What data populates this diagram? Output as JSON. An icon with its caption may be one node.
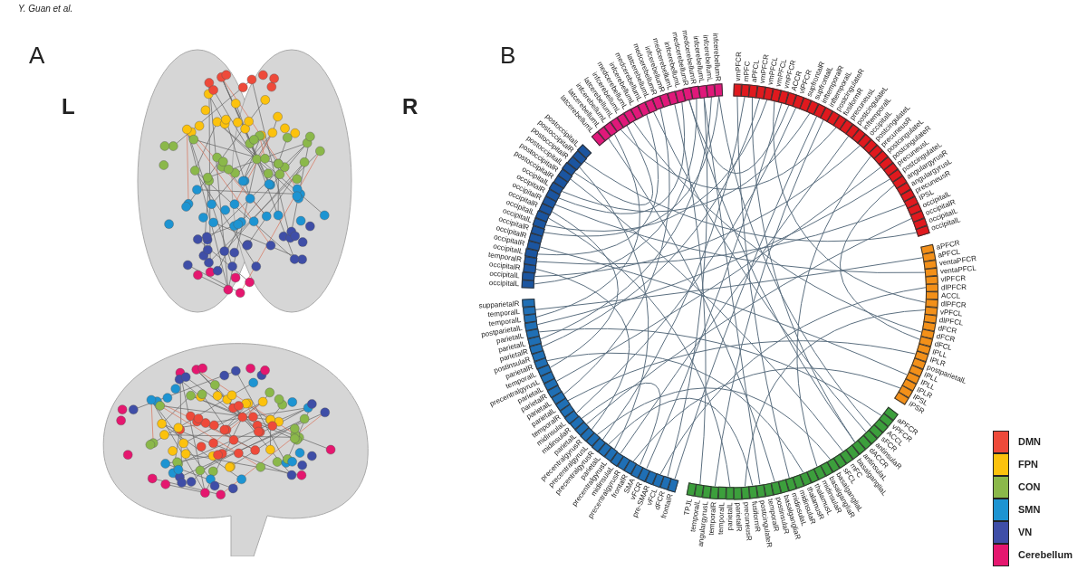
{
  "diagram": {
    "nodes": [
      {
        "text": [
          "vmPFCR"
        ]
      },
      {
        "text": [
          "mPFC"
        ]
      },
      {
        "text": [
          "aPFCL"
        ]
      },
      {
        "text": [
          "vmPFCR"
        ]
      },
      {
        "text": [
          "vmPFCL"
        ]
      },
      {
        "text": [
          "vmPFCL"
        ]
      },
      {
        "text": [
          "vmPFCR"
        ]
      },
      {
        "text": [
          "ACCR"
        ]
      },
      {
        "text": [
          "vlPFCR"
        ]
      },
      {
        "text": [
          "supfrontalR"
        ]
      },
      {
        "text": [
          "supfrontalL"
        ]
      },
      {
        "text": [
          "inftemporalR"
        ]
      },
      {
        "text": [
          "inftemporalL"
        ]
      },
      {
        "text": [
          "postcingulateR"
        ]
      },
      {
        "text": [
          "fusiformR"
        ]
      },
      {
        "text": [
          "precuneusL"
        ]
      },
      {
        "text": [
          "postcingulateL"
        ]
      },
      {
        "text": [
          "inftemporalL"
        ]
      },
      {
        "text": [
          "occipitalL"
        ]
      },
      {
        "text": [
          "postcingulateL"
        ]
      },
      {
        "text": [
          "precuneusR"
        ]
      },
      {
        "text": [
          "postcingulateL"
        ]
      },
      {
        "text": [
          "postcingulateR"
        ]
      },
      {
        "text": [
          "precuneusL"
        ]
      },
      {
        "text": [
          "postcingulateL"
        ]
      },
      {
        "text": [
          "angulargyrusR"
        ]
      },
      {
        "text": [
          "angulargyrusL"
        ]
      },
      {
        "text": [
          "precuneusR"
        ]
      },
      {
        "text": [
          "IPSL"
        ]
      },
      {
        "text": [
          "occipitalL"
        ]
      },
      {
        "text": [
          "occipitalR"
        ]
      },
      {
        "text": [
          "occipitalL"
        ]
      },
      {
        "text": [
          "occipitalL"
        ]
      },
      {
        "text": [
          "aPFCR"
        ]
      },
      {
        "text": [
          "aPFCL"
        ]
      },
      {
        "text": [
          "ventaPFCR"
        ]
      },
      {
        "text": [
          "ventaPFCL"
        ]
      },
      {
        "text": [
          "vlPFCR"
        ]
      },
      {
        "text": [
          "dlPFCR"
        ]
      },
      {
        "text": [
          "ACCL"
        ]
      },
      {
        "text": [
          "dlPFCR"
        ]
      },
      {
        "text": [
          "vPFCL"
        ]
      },
      {
        "text": [
          "dlPFCL"
        ]
      },
      {
        "text": [
          "dFCR"
        ]
      },
      {
        "text": [
          "dFCR"
        ]
      },
      {
        "text": [
          "dFCL"
        ]
      },
      {
        "text": [
          "IPLL"
        ]
      },
      {
        "text": [
          "IPLR"
        ]
      },
      {
        "text": [
          "postparietalL"
        ]
      },
      {
        "text": [
          "IPLL"
        ]
      },
      {
        "text": [
          "IPLL"
        ]
      },
      {
        "text": [
          "IPLR"
        ]
      },
      {
        "text": [
          "IPSL"
        ]
      },
      {
        "text": [
          "IPSR"
        ]
      },
      {
        "text": [
          "aPFCR"
        ]
      },
      {
        "text": [
          "vPFCR"
        ]
      },
      {
        "text": [
          "ACCL"
        ]
      },
      {
        "text": [
          "sFCR"
        ]
      },
      {
        "text": [
          "antinsulaR"
        ]
      },
      {
        "text": [
          "dACCR"
        ]
      },
      {
        "text": [
          "antinsulaL"
        ]
      },
      {
        "text": [
          "basalgangliaL"
        ]
      },
      {
        "text": [
          "mFC"
        ]
      },
      {
        "text": [
          "sFCL"
        ]
      },
      {
        "text": [
          "basalgangliaL"
        ]
      },
      {
        "text": [
          "basalgangliaR"
        ]
      },
      {
        "text": [
          "midinsulaR"
        ]
      },
      {
        "text": [
          "thalamusL"
        ]
      },
      {
        "text": [
          "thalamusR"
        ]
      },
      {
        "text": [
          "midinsulaR"
        ]
      },
      {
        "text": [
          "midinsulaL"
        ]
      },
      {
        "text": [
          "basalgangliaR"
        ]
      },
      {
        "text": [
          "postinsulaR"
        ]
      },
      {
        "text": [
          "temporalR"
        ]
      },
      {
        "text": [
          "postcingulateR"
        ]
      },
      {
        "text": [
          "fusiformR"
        ]
      },
      {
        "text": [
          "precuneusR"
        ]
      },
      {
        "text": [
          "parietalR"
        ]
      },
      {
        "text": [
          "parietalL"
        ]
      },
      {
        "text": [
          "temporalL"
        ]
      },
      {
        "text": [
          "temporalR"
        ]
      },
      {
        "text": [
          "angulargyrusL"
        ]
      },
      {
        "text": [
          "temporalL"
        ]
      },
      {
        "text": [
          "TPJL"
        ]
      },
      {
        "text": [
          "frontalR"
        ]
      },
      {
        "text": [
          "dFCR"
        ]
      },
      {
        "text": [
          "vFCL"
        ]
      },
      {
        "text": [
          "pre-SMAR"
        ]
      },
      {
        "text": [
          "vFCR"
        ]
      },
      {
        "text": [
          "SMA"
        ]
      },
      {
        "text": [
          "frontalR"
        ]
      },
      {
        "text": [
          "precentralgyrusR"
        ]
      },
      {
        "text": [
          "midinsulaL"
        ]
      },
      {
        "text": [
          "precentralgyrusL"
        ]
      },
      {
        "text": [
          "parietalL"
        ]
      },
      {
        "text": [
          "precentralgyrusR"
        ]
      },
      {
        "text": [
          "precentralgyrusL"
        ]
      },
      {
        "text": [
          "precentralgyrusR"
        ]
      },
      {
        "text": [
          "parietalL"
        ]
      },
      {
        "text": [
          "midinsulaR"
        ]
      },
      {
        "text": [
          "midinsulaL"
        ]
      },
      {
        "text": [
          "temporalR"
        ]
      },
      {
        "text": [
          "parietalL"
        ]
      },
      {
        "text": [
          "parietalL"
        ]
      },
      {
        "text": [
          "parietalR"
        ]
      },
      {
        "text": [
          "parietalL"
        ]
      },
      {
        "text": [
          "precentralgyrusL"
        ]
      },
      {
        "text": [
          "temporalL"
        ]
      },
      {
        "text": [
          "parietalR"
        ]
      },
      {
        "text": [
          "postinsulaR"
        ]
      },
      {
        "text": [
          "parietalR"
        ]
      },
      {
        "text": [
          "parietalL"
        ]
      },
      {
        "text": [
          "parietalL"
        ]
      },
      {
        "text": [
          "postparietalL"
        ]
      },
      {
        "text": [
          "temporalL"
        ]
      },
      {
        "text": [
          "temporalL"
        ]
      },
      {
        "text": [
          "supparietalR"
        ]
      },
      {
        "text": [
          "occipitalL"
        ]
      },
      {
        "text": [
          "occipitalL"
        ]
      },
      {
        "text": [
          "occipitalR"
        ]
      },
      {
        "text": [
          "temporalR"
        ]
      },
      {
        "text": [
          "occipitalL"
        ]
      },
      {
        "text": [
          "occipitalR"
        ]
      },
      {
        "text": [
          "occipitalR"
        ]
      },
      {
        "text": [
          "occipitalR"
        ]
      },
      {
        "text": [
          "occipitalL"
        ]
      },
      {
        "text": [
          "occipitalL"
        ]
      },
      {
        "text": [
          "occipitalR"
        ]
      },
      {
        "text": [
          "occipitalR"
        ]
      },
      {
        "text": [
          "occipitalR"
        ]
      },
      {
        "text": [
          "occipitalL"
        ]
      },
      {
        "text": [
          "postoccipitalR"
        ]
      },
      {
        "text": [
          "postoccipitalR"
        ]
      },
      {
        "text": [
          "postoccipitalL"
        ]
      },
      {
        "text": [
          "postoccipitalR"
        ]
      },
      {
        "text": [
          "postoccipitalR"
        ]
      },
      {
        "text": [
          "postoccipitalL"
        ]
      },
      {
        "text": [
          "latcerebellumL"
        ]
      },
      {
        "text": [
          "latcerebellumL"
        ]
      },
      {
        "text": [
          "infcerebellumL"
        ]
      },
      {
        "text": [
          "latcerebellumL"
        ]
      },
      {
        "text": [
          "infcerebellumL"
        ]
      },
      {
        "text": [
          "medcerebellumL"
        ]
      },
      {
        "text": [
          "infcerebellumL"
        ]
      },
      {
        "text": [
          "medcerebellumL"
        ]
      },
      {
        "text": [
          "latcerebellumL"
        ]
      },
      {
        "text": [
          "medcerebellumR"
        ]
      },
      {
        "text": [
          "infcerebellumR"
        ]
      },
      {
        "text": [
          "medcerebellumL"
        ]
      },
      {
        "text": [
          "infcerebellumL"
        ]
      },
      {
        "text": [
          "medcerebellumR"
        ]
      },
      {
        "text": [
          "medcerebellumR"
        ]
      },
      {
        "text": [
          "infcerebellumL"
        ]
      },
      {
        "text": [
          "infcerebellumL"
        ]
      },
      {
        "text": [
          "infcerebellumR"
        ]
      }
    ],
    "edges": [
      {
        "from": 0,
        "to": 70,
        "arrow": "none"
      },
      {
        "from": 1,
        "to": 95,
        "arrow": "none"
      },
      {
        "from": 2,
        "to": 60,
        "arrow": "none"
      },
      {
        "from": 3,
        "to": 110,
        "arrow": "none"
      },
      {
        "from": 4,
        "to": 125,
        "arrow": "none"
      },
      {
        "from": 5,
        "to": 40,
        "arrow": "none"
      },
      {
        "from": 6,
        "to": 88,
        "arrow": "none"
      },
      {
        "from": 7,
        "to": 150,
        "arrow": "none"
      },
      {
        "from": 8,
        "to": 100,
        "arrow": "none"
      },
      {
        "from": 10,
        "to": 130,
        "arrow": "none"
      },
      {
        "from": 12,
        "to": 80,
        "arrow": "none"
      },
      {
        "from": 14,
        "to": 140,
        "arrow": "none"
      },
      {
        "from": 16,
        "to": 92,
        "arrow": "none"
      },
      {
        "from": 18,
        "to": 118,
        "arrow": "none"
      },
      {
        "from": 20,
        "to": 66,
        "arrow": "none"
      },
      {
        "from": 22,
        "to": 105,
        "arrow": "none"
      },
      {
        "from": 25,
        "to": 45,
        "arrow": "none"
      },
      {
        "from": 28,
        "to": 120,
        "arrow": "none"
      },
      {
        "from": 30,
        "to": 98,
        "arrow": "none"
      },
      {
        "from": 32,
        "to": 135,
        "arrow": "none"
      },
      {
        "from": 34,
        "to": 115,
        "arrow": "none"
      },
      {
        "from": 36,
        "to": 128,
        "arrow": "none"
      },
      {
        "from": 38,
        "to": 86,
        "arrow": "none"
      },
      {
        "from": 41,
        "to": 76,
        "arrow": "none"
      },
      {
        "from": 44,
        "to": 142,
        "arrow": "none"
      },
      {
        "from": 47,
        "to": 102,
        "arrow": "none"
      },
      {
        "from": 50,
        "to": 122,
        "arrow": "none"
      },
      {
        "from": 52,
        "to": 90,
        "arrow": "none"
      },
      {
        "from": 55,
        "to": 112,
        "arrow": "none"
      },
      {
        "from": 58,
        "to": 145,
        "arrow": "none"
      },
      {
        "from": 62,
        "to": 132,
        "arrow": "none"
      },
      {
        "from": 64,
        "to": 96,
        "arrow": "none"
      },
      {
        "from": 68,
        "to": 108,
        "arrow": "none"
      },
      {
        "from": 72,
        "to": 138,
        "arrow": "none"
      },
      {
        "from": 75,
        "to": 94,
        "arrow": "none"
      },
      {
        "from": 78,
        "to": 126,
        "arrow": "none"
      },
      {
        "from": 82,
        "to": 148,
        "arrow": "none"
      },
      {
        "from": 85,
        "to": 152,
        "arrow": "none"
      },
      {
        "from": 89,
        "to": 99,
        "arrow": "none"
      },
      {
        "from": 93,
        "to": 134,
        "arrow": "none"
      },
      {
        "from": 97,
        "to": 119,
        "arrow": "none"
      },
      {
        "from": 103,
        "to": 146,
        "arrow": "none"
      },
      {
        "from": 107,
        "to": 127,
        "arrow": "none"
      },
      {
        "from": 111,
        "to": 153,
        "arrow": "none"
      },
      {
        "from": 114,
        "to": 139,
        "arrow": "none"
      },
      {
        "from": 117,
        "to": 151,
        "arrow": "none"
      },
      {
        "from": 121,
        "to": 144,
        "arrow": "none"
      },
      {
        "from": 124,
        "to": 154,
        "arrow": "none"
      },
      {
        "from": 129,
        "to": 149,
        "arrow": "none"
      },
      {
        "from": 133,
        "to": 141,
        "arrow": "none"
      },
      {
        "from": 150,
        "to": 60,
        "arrow": "none"
      },
      {
        "from": 152,
        "to": 74,
        "arrow": "none"
      },
      {
        "from": 154,
        "to": 57,
        "arrow": "none"
      },
      {
        "from": 11,
        "to": 84,
        "arrow": "none"
      },
      {
        "from": 24,
        "to": 113,
        "arrow": "none"
      }
    ],
    "labels": [
      "Y. Guan et al.",
      "A",
      "L",
      "R",
      "B"
    ],
    "legend": [
      {
        "text": "DMN",
        "color": "#ee4a3a"
      },
      {
        "text": "FPN",
        "color": "#fcc20d"
      },
      {
        "text": "CON",
        "color": "#8bb84a"
      },
      {
        "text": "SMN",
        "color": "#1d94d2"
      },
      {
        "text": "VN",
        "color": "#3f4ea7"
      },
      {
        "text": "Cerebellum",
        "color": "#e5176f"
      }
    ]
  }
}
